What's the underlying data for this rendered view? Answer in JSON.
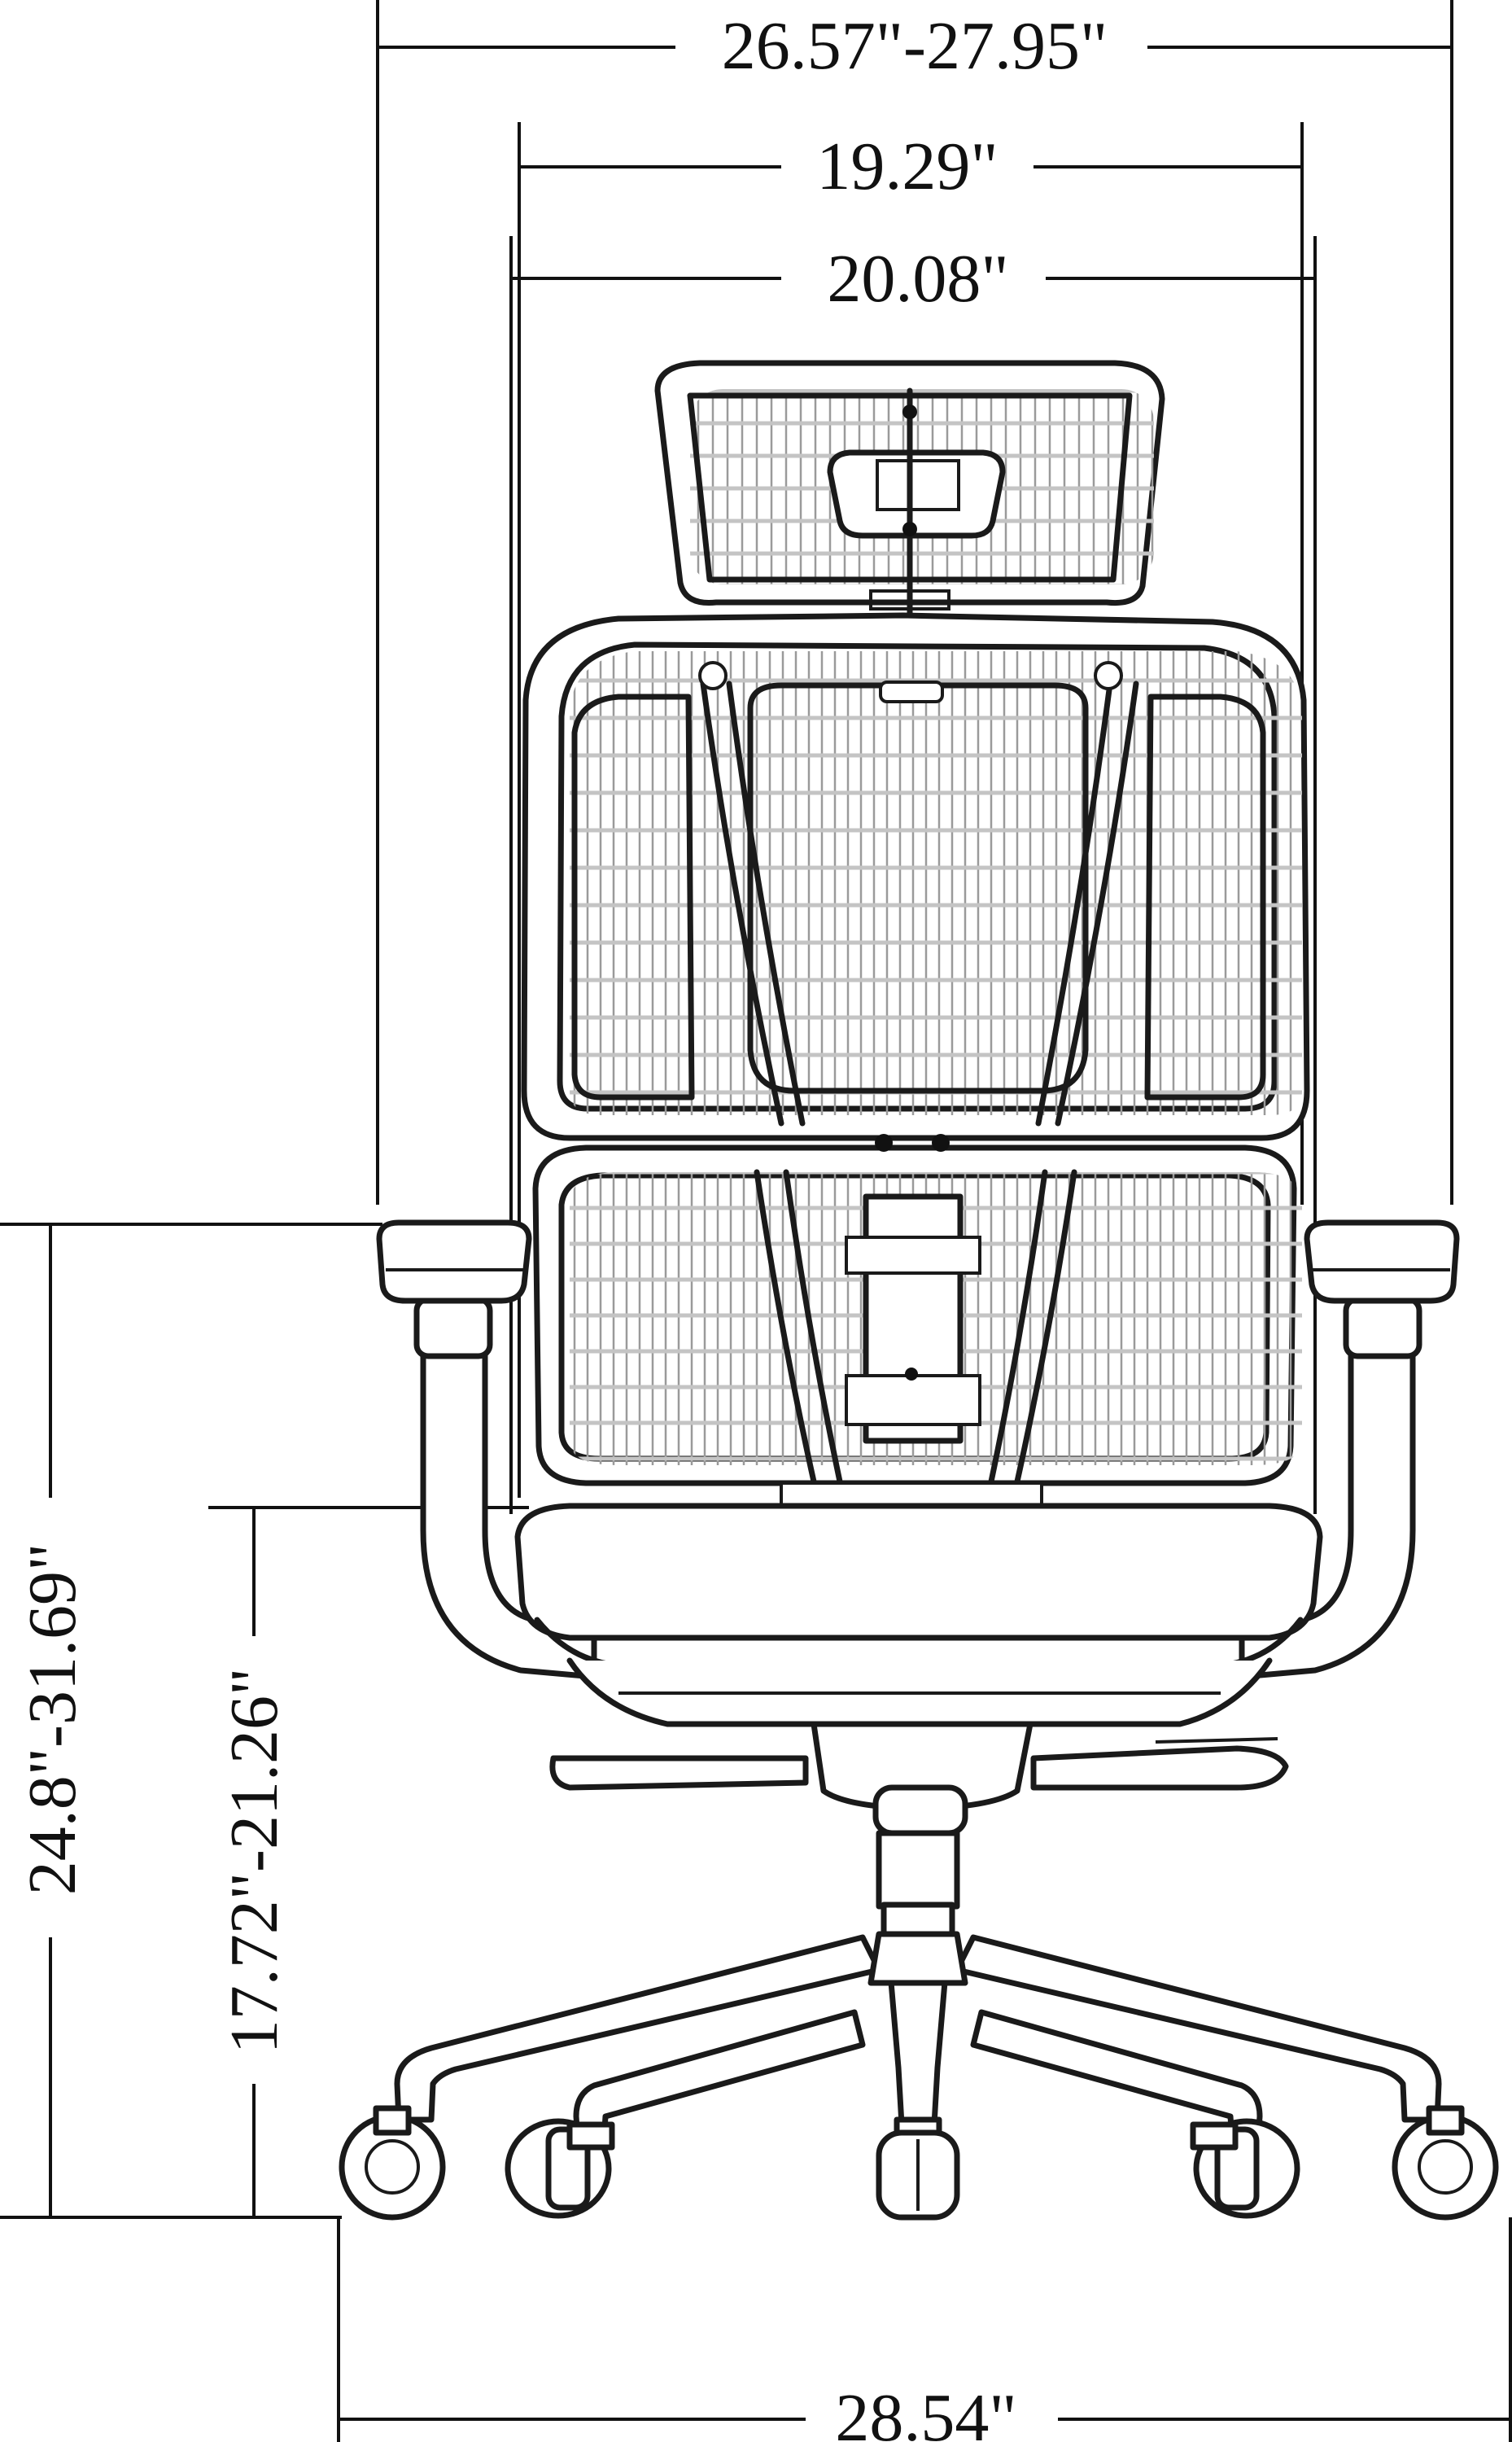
{
  "dimensions": {
    "overall_width": "26.57\"-27.95\"",
    "back_width": "19.29\"",
    "seat_width": "20.08\"",
    "armrest_height": "24.8\"-31.69\"",
    "seat_height": "17.72\"-21.26\"",
    "base_width": "28.54\""
  },
  "colors": {
    "line": "#1a1a1a",
    "mesh": "#9a9a9a",
    "background": "#ffffff"
  }
}
